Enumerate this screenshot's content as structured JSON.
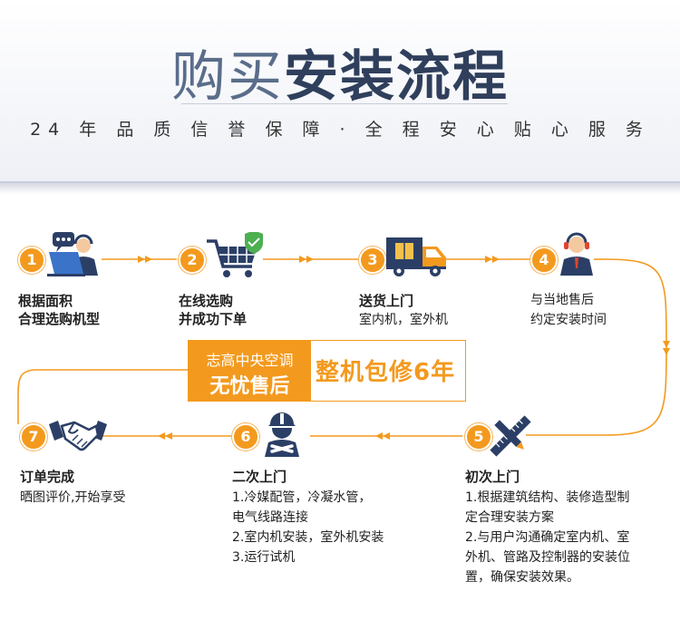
{
  "header": {
    "title_light": "购买",
    "title_bold": "安装流程",
    "subtitle": "24 年 品 质 信 誉 保 障 · 全 程 安 心 贴 心 服 务"
  },
  "banner": {
    "line1": "志高中央空调",
    "line2": "无忧售后",
    "slogan": "整机包修6年"
  },
  "steps": [
    {
      "num": "1",
      "icon": "customer-service-computer-icon",
      "title": "",
      "lines": [
        "根据面积",
        "合理选购机型"
      ]
    },
    {
      "num": "2",
      "icon": "shopping-cart-icon",
      "title": "",
      "lines": [
        "在线选购",
        "并成功下单"
      ]
    },
    {
      "num": "3",
      "icon": "delivery-truck-icon",
      "title": "送货上门",
      "lines": [
        "室内机，室外机"
      ]
    },
    {
      "num": "4",
      "icon": "support-agent-icon",
      "title": "",
      "lines": [
        "与当地售后",
        "约定安装时间"
      ]
    },
    {
      "num": "5",
      "icon": "ruler-pencil-icon",
      "title": "初次上门",
      "lines": [
        "1.根据建筑结构、装修造型制",
        "定合理安装方案",
        "2.与用户沟通确定室内机、室",
        "外机、管路及控制器的安装位",
        "置，确保安装效果。"
      ]
    },
    {
      "num": "6",
      "icon": "installer-worker-icon",
      "title": "二次上门",
      "lines": [
        "1.冷媒配管，冷凝水管，",
        "电气线路连接",
        "2.室内机安装，室外机安装",
        "3.运行试机"
      ]
    },
    {
      "num": "7",
      "icon": "handshake-icon",
      "title": "订单完成",
      "lines": [
        "晒图评价,开始享受"
      ]
    }
  ],
  "colors": {
    "accent": "#f39a1e",
    "title": "#2f3f5c",
    "icon": "#2b3f66"
  }
}
